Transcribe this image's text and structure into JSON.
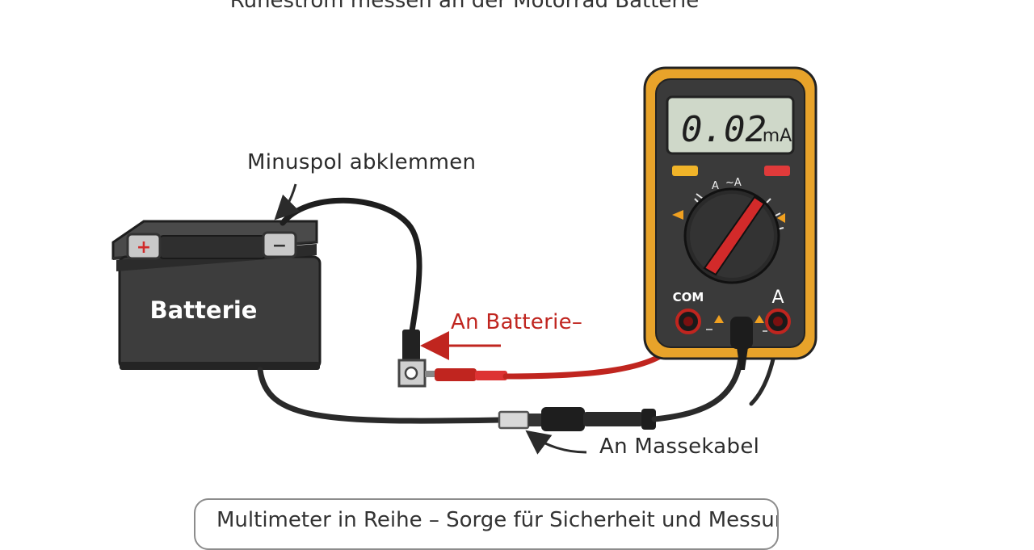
{
  "title": "Ruhestrom messen an der Motorrad Batterie",
  "battery": {
    "label": "Batterie",
    "plus_symbol": "+",
    "minus_symbol": "−"
  },
  "annotations": {
    "disconnect_negative": "Minuspol abklemmen",
    "to_battery_negative": "An Batterie–",
    "to_ground_cable": "An Massekabel"
  },
  "multimeter": {
    "display_value": "0.02",
    "display_unit": "mA",
    "port_com": "COM",
    "port_a": "A",
    "dial_marks": [
      "A",
      "~A"
    ],
    "colors": {
      "body": "#e8a32a",
      "face": "#3a3a3a",
      "lcd": "#cfd8c9",
      "knob": "#d22a2a"
    }
  },
  "colors": {
    "red_lead": "#c0251f",
    "black_lead": "#2a2a2a",
    "battery_body": "#3d3d3d"
  },
  "footer": {
    "text": "Multimeter in Reihe – Sorge für Sicherheit und Messung"
  }
}
